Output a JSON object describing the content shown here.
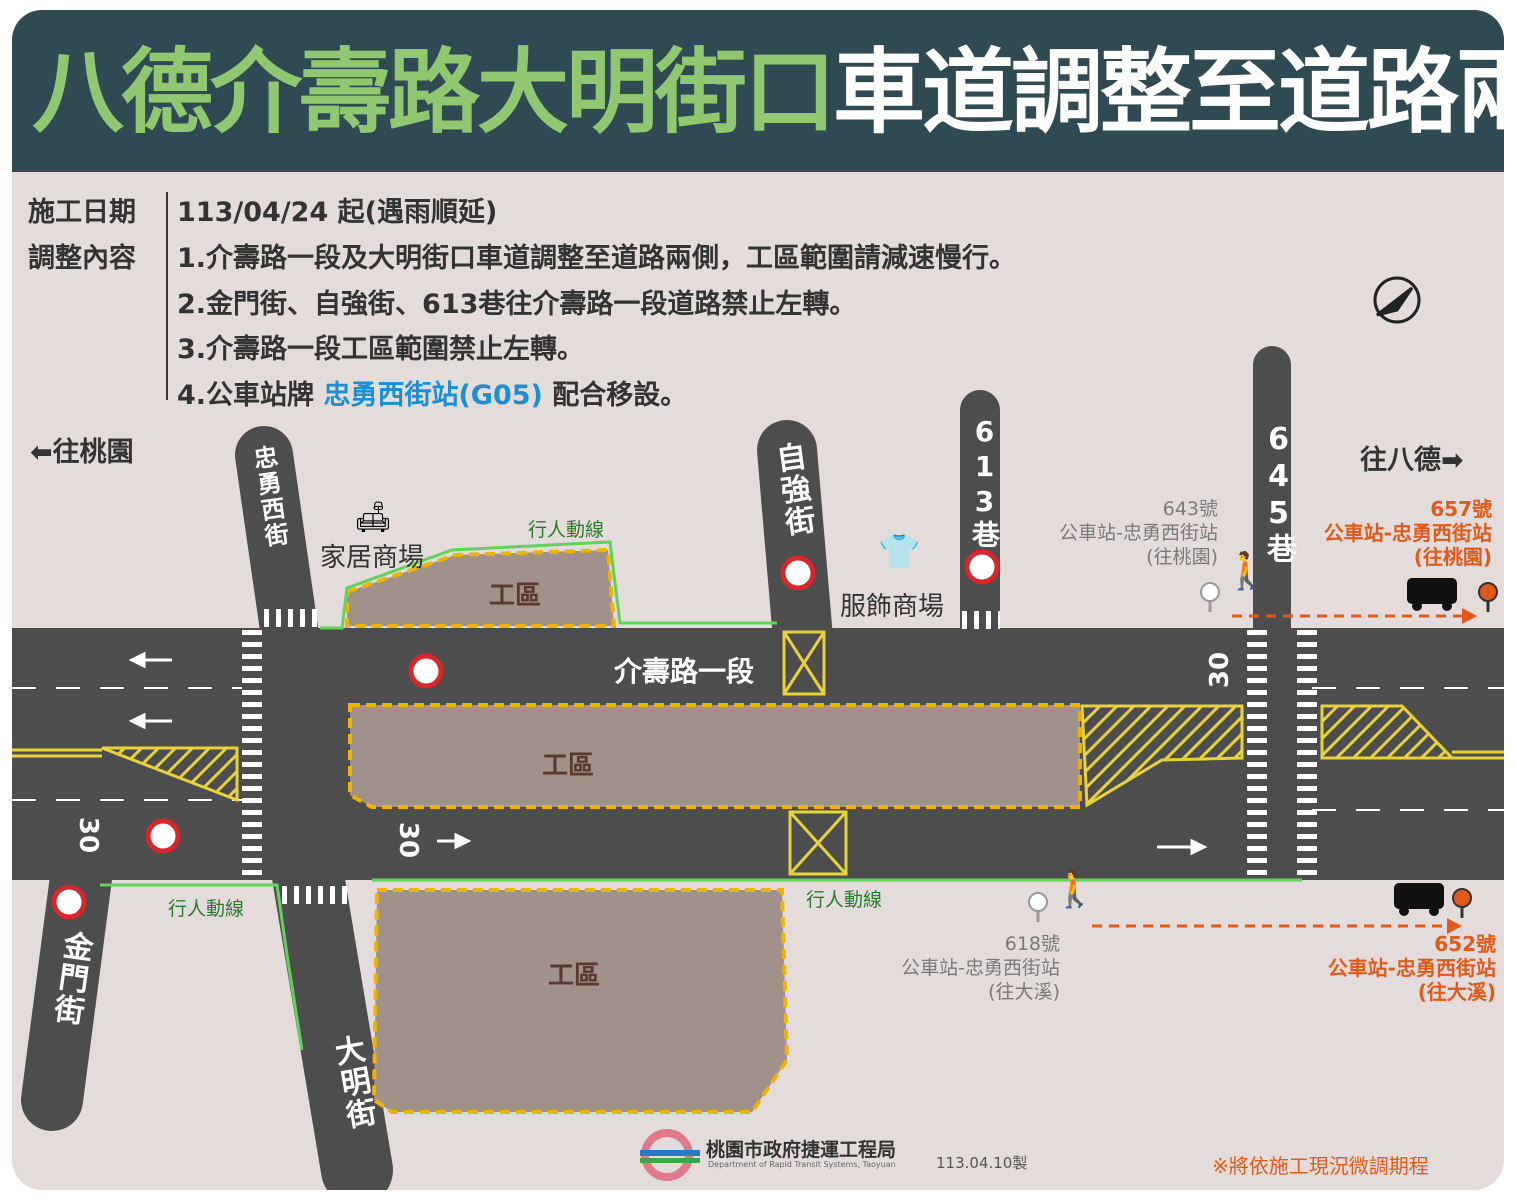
{
  "header": {
    "title_green": "八德介壽路大明街口",
    "title_white": "車道調整至道路兩側"
  },
  "info": {
    "date_label": "施工日期",
    "date_value": "113/04/24 起(遇雨順延)",
    "content_label": "調整內容",
    "items": [
      "1.介壽路一段及大明街口車道調整至道路兩側，工區範圍請減速慢行。",
      "2.金門街、自強街、613巷往介壽路一段道路禁止左轉。",
      "3.介壽路一段工區範圍禁止左轉。"
    ],
    "item4_prefix": "4.公車站牌 ",
    "item4_highlight": "忠勇西街站(G05)",
    "item4_suffix": " 配合移設。"
  },
  "directions": {
    "west": "往桃園",
    "east": "往八德"
  },
  "streets": {
    "main": "介壽路一段",
    "zhongyong": "忠勇西街",
    "ziqiang": "自強街",
    "lane613": "613巷",
    "lane645": "645巷",
    "jinmen": "金門街",
    "daming": "大明街"
  },
  "places": {
    "furniture": "家居商場",
    "clothing": "服飾商場"
  },
  "work_zone": "工區",
  "pedestrian_path": "行人動線",
  "speed_limit": "30",
  "bus_stops": {
    "s643": [
      "643號",
      "公車站-忠勇西街站",
      "(往桃園)"
    ],
    "s657": [
      "657號",
      "公車站-忠勇西街站",
      "(往桃園)"
    ],
    "s618": [
      "618號",
      "公車站-忠勇西街站",
      "(往大溪)"
    ],
    "s652": [
      "652號",
      "公車站-忠勇西街站",
      "(往大溪)"
    ]
  },
  "footer": {
    "org_zh": "桃園市政府捷運工程局",
    "org_en": "Department of Rapid Transit Systems, Taoyuan",
    "made": "113.04.10製",
    "note": "※將依施工現況微調期程"
  },
  "colors": {
    "header": "#2f4a52",
    "title_green": "#8fc870",
    "road": "#4d4d4d",
    "work_zone": "#a0918a",
    "highlight": "#1a8fd6",
    "orange": "#e05a1c",
    "ped_path": "#5fd35a"
  }
}
